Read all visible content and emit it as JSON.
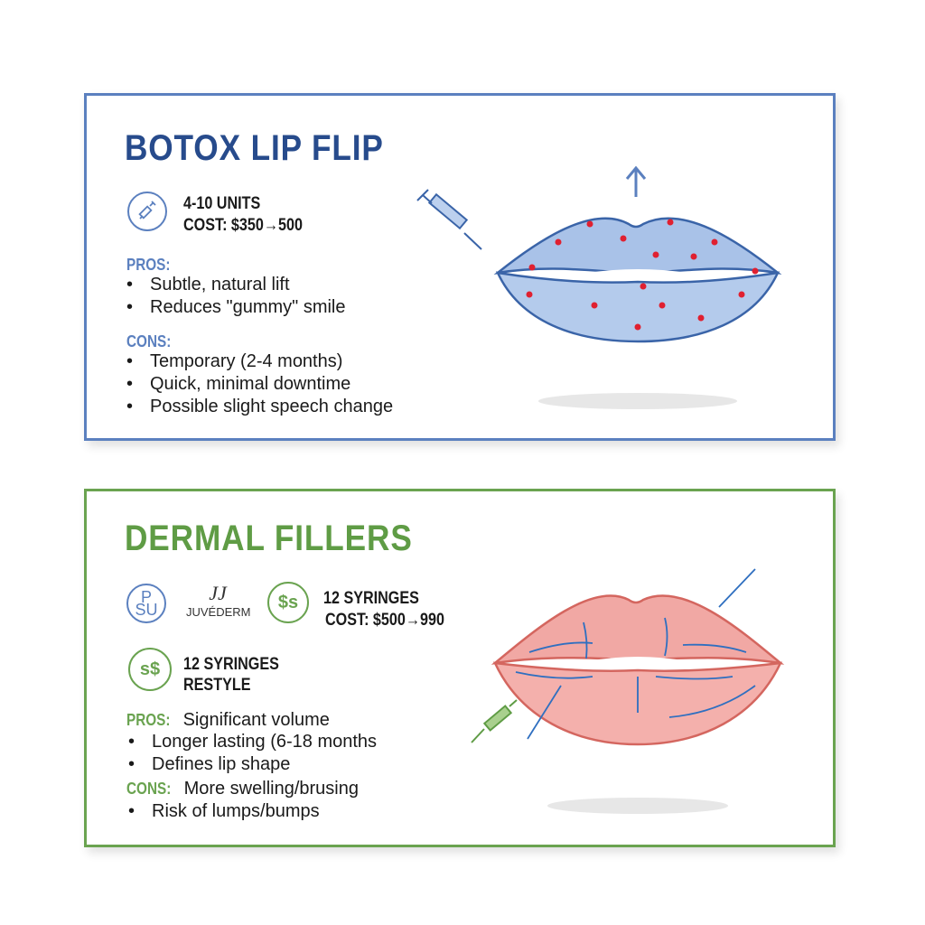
{
  "botox": {
    "title": "BOTOX LIP FLIP",
    "units": "4-10 UNITS",
    "cost": "COST: $350→500",
    "pros_label": "PROS:",
    "pros": [
      "Subtle, natural lift",
      "Reduces \"gummy\" smile"
    ],
    "cons_label": "CONS:",
    "cons": [
      "Temporary (2-4 months)",
      "Quick, minimal downtime",
      "Possible slight speech change"
    ],
    "icon": "syringe-icon",
    "color": "#274b8c",
    "border_color": "#5b80bf"
  },
  "fillers": {
    "title": "DERMAL FILLERS",
    "brand_logo_text": "JUVÉDERM",
    "item1_line1": "12 SYRINGES",
    "item1_line2": "COST: $500→990",
    "item2_line1": "12 SYRINGES",
    "item2_line2": "RESTYLE",
    "pros_label": "PROS:",
    "pros_first": "Significant volume",
    "pros": [
      "Longer lasting (6-18 months",
      "Defines lip shape"
    ],
    "cons_label": "CONS:",
    "cons_first": "More swelling/brusing",
    "cons": [
      "Risk of lumps/bumps"
    ],
    "color": "#6aa350",
    "title_color": "#5f9c45"
  }
}
